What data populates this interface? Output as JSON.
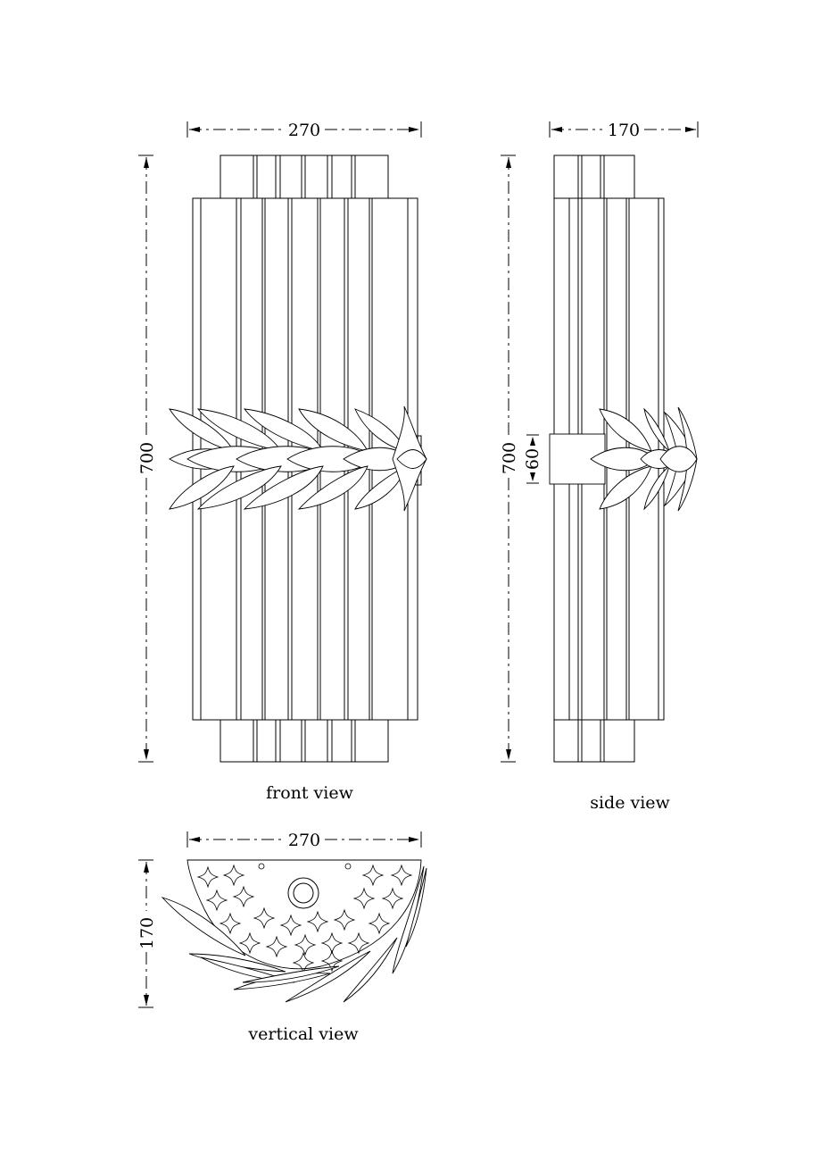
{
  "views": {
    "front": {
      "caption": "front view",
      "width_dim": "270",
      "height_dim": "700"
    },
    "side": {
      "caption": "side view",
      "width_dim": "170",
      "height_dim": "700",
      "bracket_dim": "60"
    },
    "vertical": {
      "caption": "vertical view",
      "width_dim": "270",
      "depth_dim": "170"
    }
  }
}
